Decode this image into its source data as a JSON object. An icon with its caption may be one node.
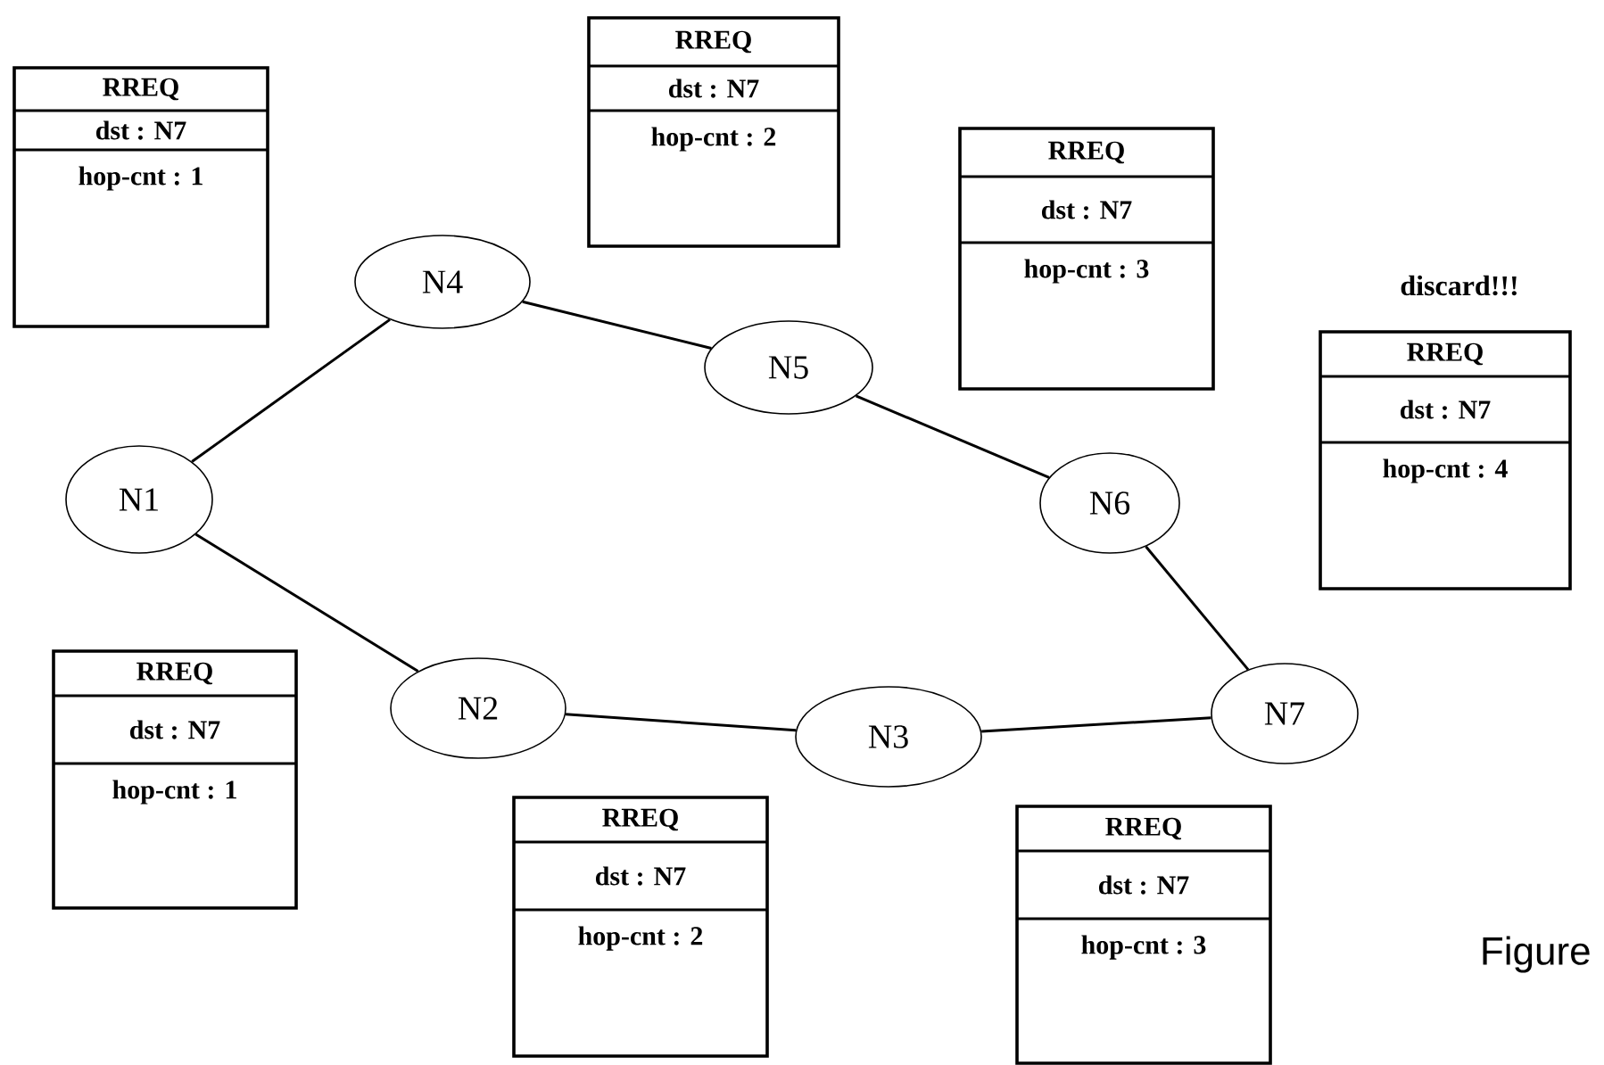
{
  "diagram": {
    "nodes": [
      {
        "text": [
          "N1"
        ]
      },
      {
        "text": [
          "N2"
        ]
      },
      {
        "text": [
          "N3"
        ]
      },
      {
        "text": [
          "N4"
        ]
      },
      {
        "text": [
          "N5"
        ]
      },
      {
        "text": [
          "N6"
        ]
      },
      {
        "text": [
          "N7"
        ]
      },
      {
        "text": [
          "RREQ",
          "dst : N7",
          "hop-cnt : 1"
        ]
      },
      {
        "text": [
          "RREQ",
          "dst : N7",
          "hop-cnt : 2"
        ]
      },
      {
        "text": [
          "RREQ",
          "dst : N7",
          "hop-cnt : 3"
        ]
      },
      {
        "text": [
          "RREQ",
          "dst : N7",
          "hop-cnt : 4"
        ],
        "beside": [
          "discard!!!"
        ]
      },
      {
        "text": [
          "RREQ",
          "dst : N7",
          "hop-cnt : 1"
        ]
      },
      {
        "text": [
          "RREQ",
          "dst : N7",
          "hop-cnt : 2"
        ]
      },
      {
        "text": [
          "RREQ",
          "dst : N7",
          "hop-cnt : 3"
        ]
      }
    ],
    "edges": [
      {
        "from": 0,
        "to": 3,
        "arrow": "none"
      },
      {
        "from": 3,
        "to": 4,
        "arrow": "none"
      },
      {
        "from": 4,
        "to": 5,
        "arrow": "none"
      },
      {
        "from": 5,
        "to": 6,
        "arrow": "none"
      },
      {
        "from": 0,
        "to": 1,
        "arrow": "none"
      },
      {
        "from": 1,
        "to": 2,
        "arrow": "none"
      },
      {
        "from": 2,
        "to": 6,
        "arrow": "none"
      }
    ],
    "labels": [
      "Figure"
    ]
  }
}
